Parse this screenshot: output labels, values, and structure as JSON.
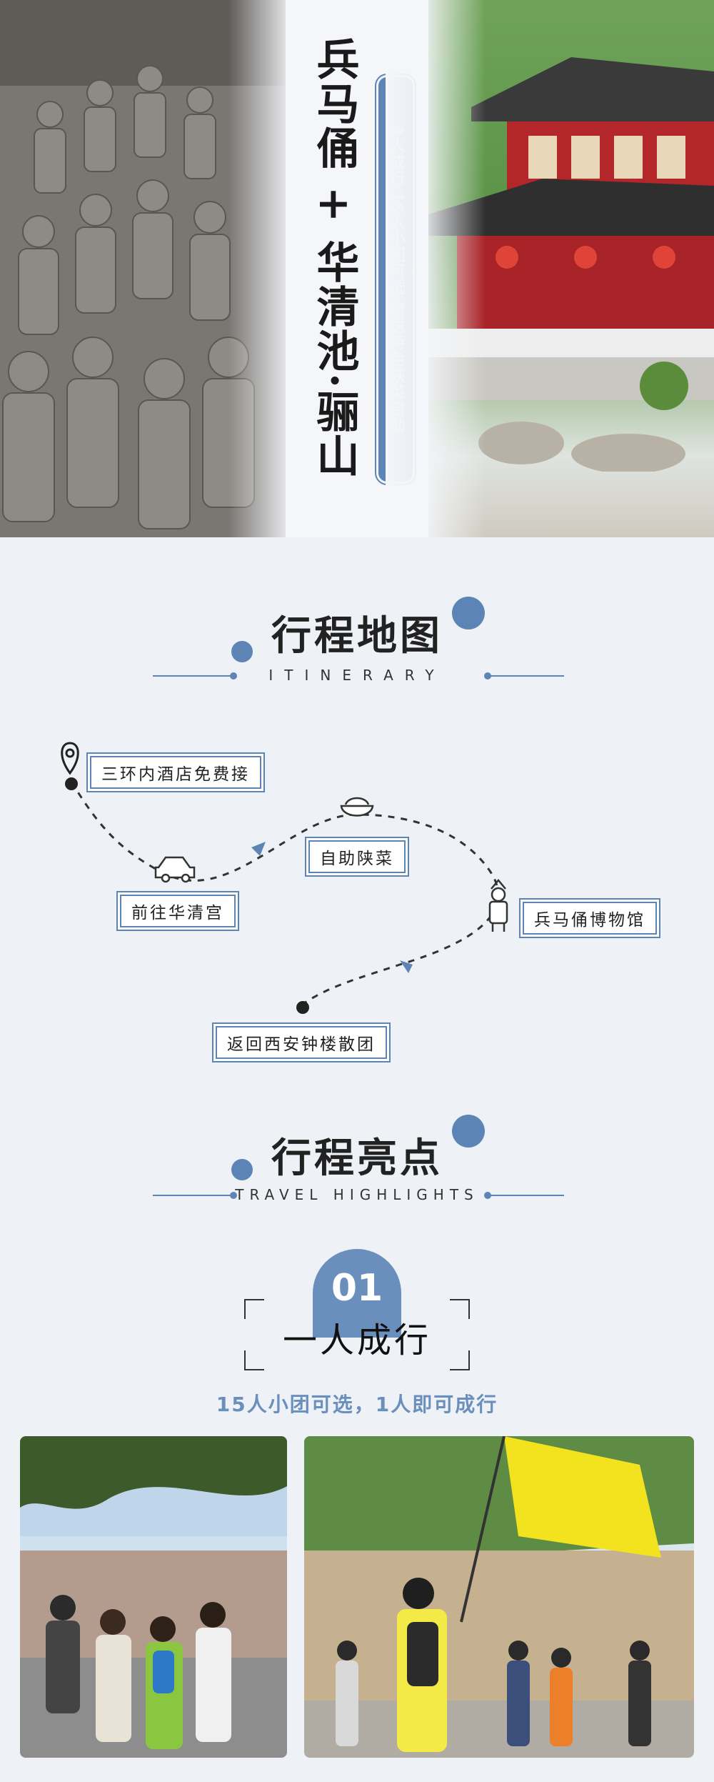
{
  "hero": {
    "title_part1": "兵马俑",
    "plus": "+",
    "title_part2": "华清池·骊山",
    "tagline": "1人成行·15人小团可选·赠送特色陕菜自助"
  },
  "itinerary": {
    "title": "行程地图",
    "subtitle": "ITINERARY",
    "stops": {
      "pickup": "三环内酒店免费接",
      "huaqing": "前往华清宫",
      "buffet": "自助陕菜",
      "museum": "兵马俑博物馆",
      "return": "返回西安钟楼散团"
    }
  },
  "highlights": {
    "title": "行程亮点",
    "subtitle": "TRAVEL HIGHLIGHTS",
    "item1": {
      "number": "01",
      "title": "一人成行",
      "subtitle": "15人小团可选，1人即可成行"
    }
  },
  "colors": {
    "accent": "#5c85b5",
    "badge": "#6b8fbd",
    "background": "#eef2f7"
  }
}
